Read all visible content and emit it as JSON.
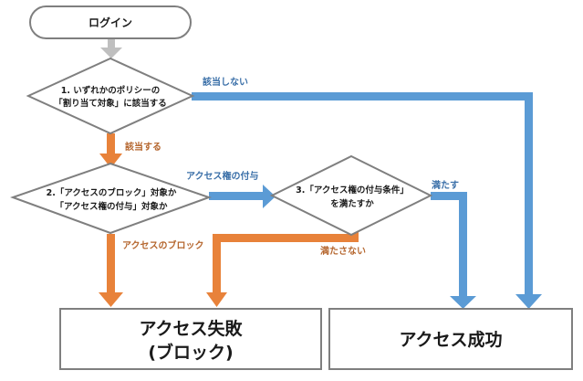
{
  "nodes": {
    "login": "ログイン",
    "decision1": [
      "1. いずれかのポリシーの",
      "「割り当て対象」に該当する"
    ],
    "decision2": [
      "2.「アクセスのブロック」対象か",
      "「アクセス権の付与」対象か"
    ],
    "decision3": [
      "3.「アクセス権の付与条件」",
      "を満たすか"
    ],
    "fail": [
      "アクセス失敗",
      "(ブロック)"
    ],
    "success": "アクセス成功"
  },
  "edges": {
    "d1_no": "該当しない",
    "d1_yes": "該当する",
    "d2_grant": "アクセス権の付与",
    "d2_block": "アクセスのブロック",
    "d3_yes": "満たす",
    "d3_no": "満たさない"
  },
  "colors": {
    "orange": "#e8823a",
    "blue": "#5b9bd5",
    "gray": "#bfbfbf",
    "border": "#7f7f7f"
  }
}
